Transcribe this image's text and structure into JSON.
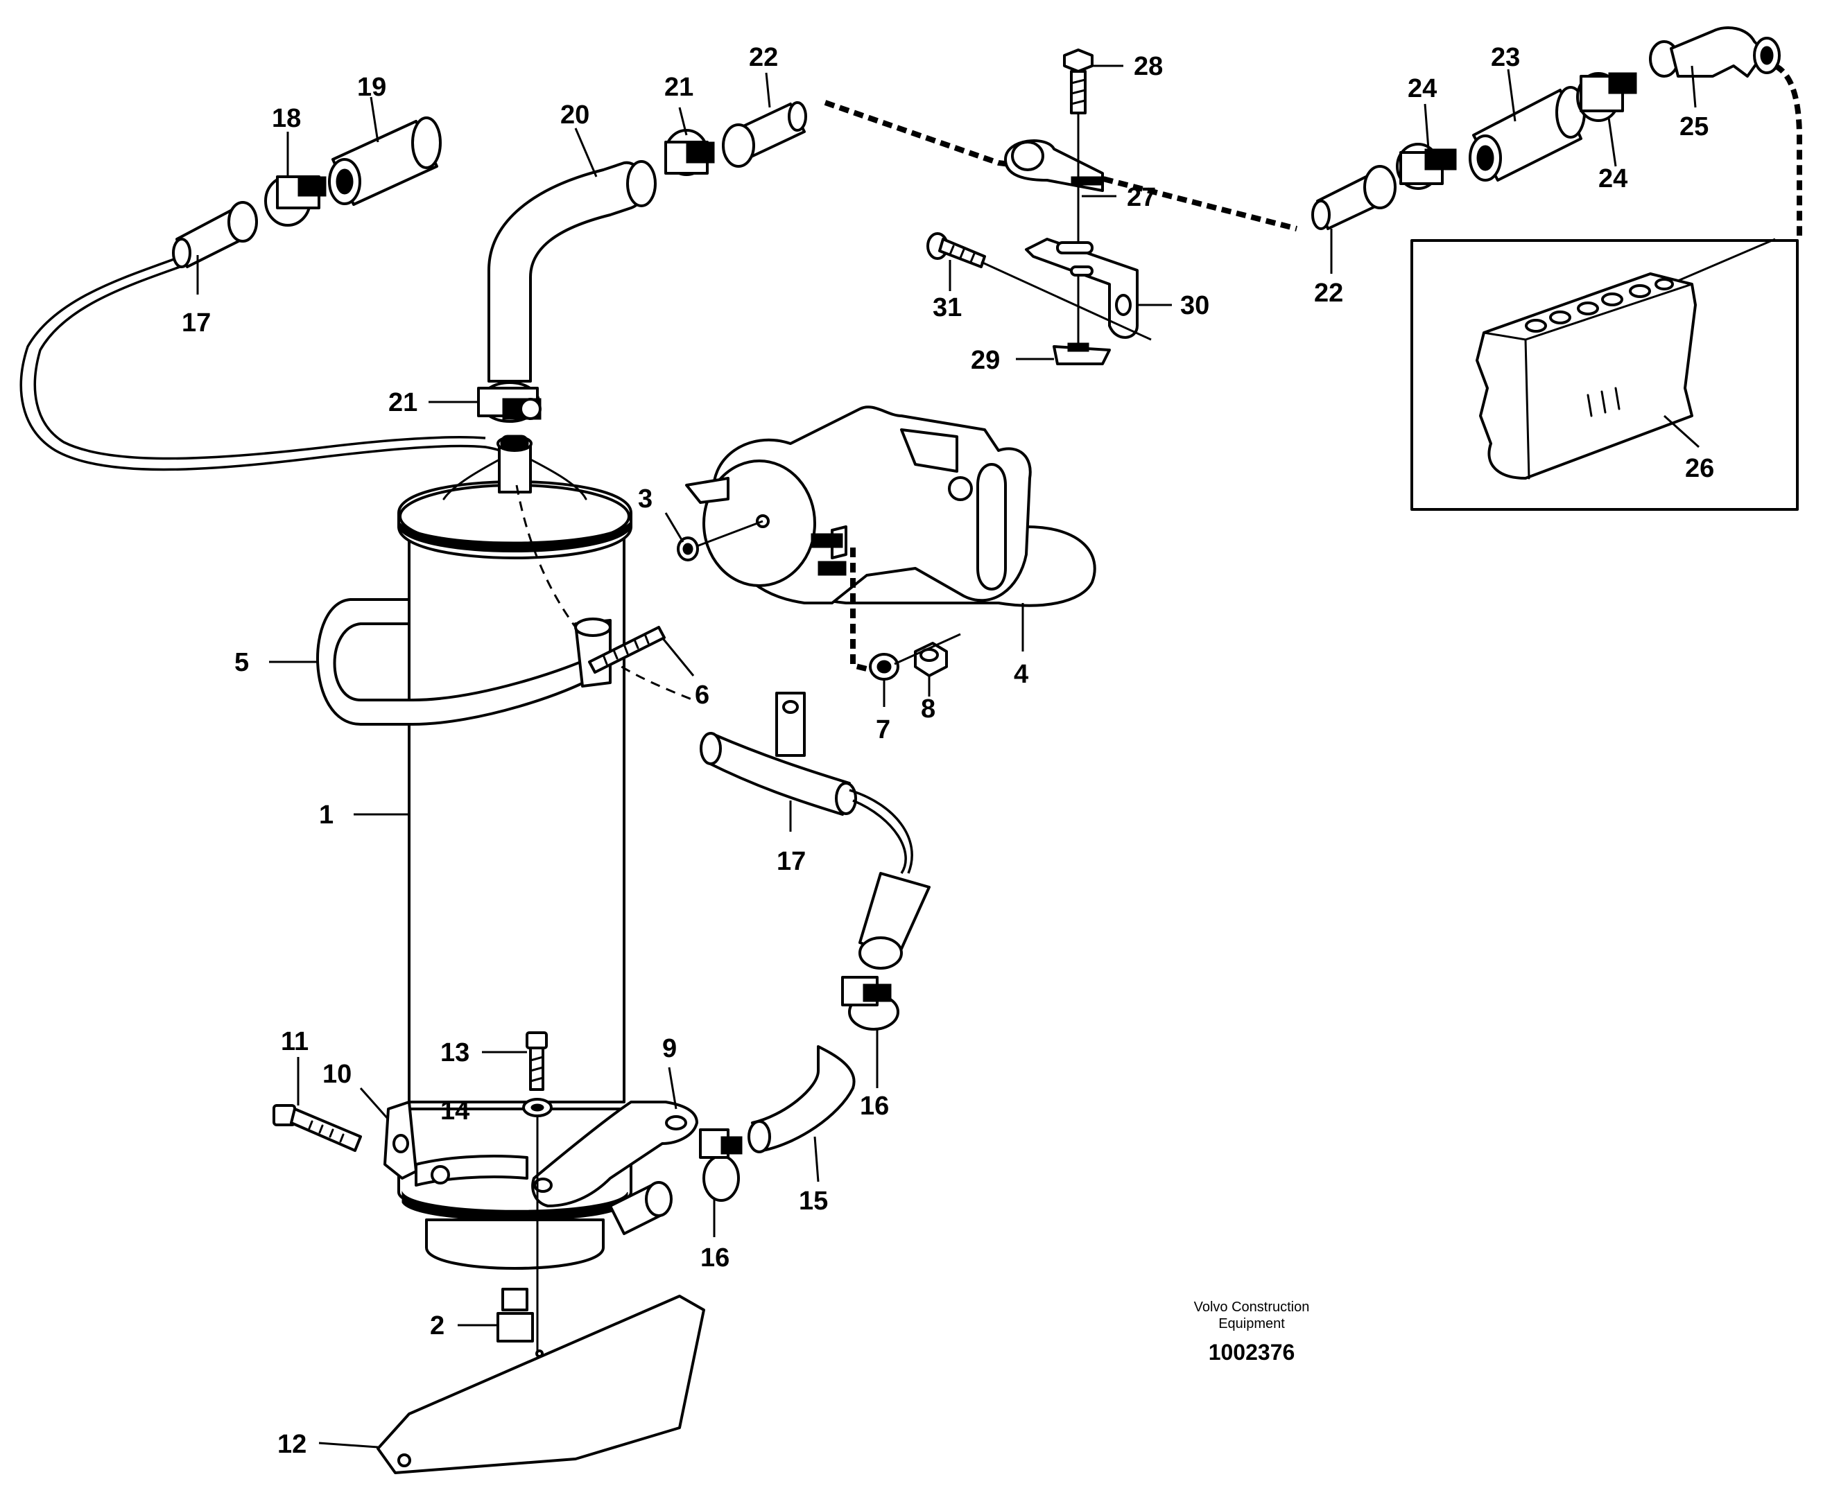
{
  "callouts": {
    "c1": "1",
    "c2": "2",
    "c3": "3",
    "c4": "4",
    "c5": "5",
    "c6": "6",
    "c7": "7",
    "c8": "8",
    "c9": "9",
    "c10": "10",
    "c11": "11",
    "c12": "12",
    "c13": "13",
    "c14": "14",
    "c15": "15",
    "c16a": "16",
    "c16b": "16",
    "c17a": "17",
    "c17b": "17",
    "c18": "18",
    "c19": "19",
    "c20": "20",
    "c21a": "21",
    "c21b": "21",
    "c22a": "22",
    "c22b": "22",
    "c23": "23",
    "c24a": "24",
    "c24b": "24",
    "c25": "25",
    "c26": "26",
    "c27": "27",
    "c28": "28",
    "c29": "29",
    "c30": "30",
    "c31": "31"
  },
  "footer": {
    "line1": "Volvo Construction",
    "line2": "Equipment",
    "ref": "1002376"
  }
}
